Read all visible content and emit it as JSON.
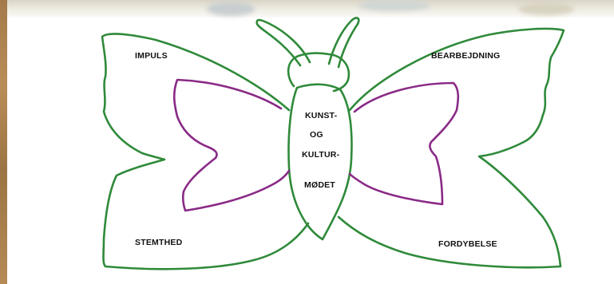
{
  "colors": {
    "wing_outline": "#2f8a3a",
    "inner_outline": "#8a2a86",
    "text": "#111111"
  },
  "labels": {
    "top_left": "IMPULS",
    "top_right": "BEARBEJDNING",
    "bottom_left": "STEMTHED",
    "bottom_right": "FORDYBELSE"
  },
  "body_text": {
    "line1": "KUNST-",
    "line2": "OG",
    "line3": "KULTUR-",
    "line4": "MØDET"
  }
}
